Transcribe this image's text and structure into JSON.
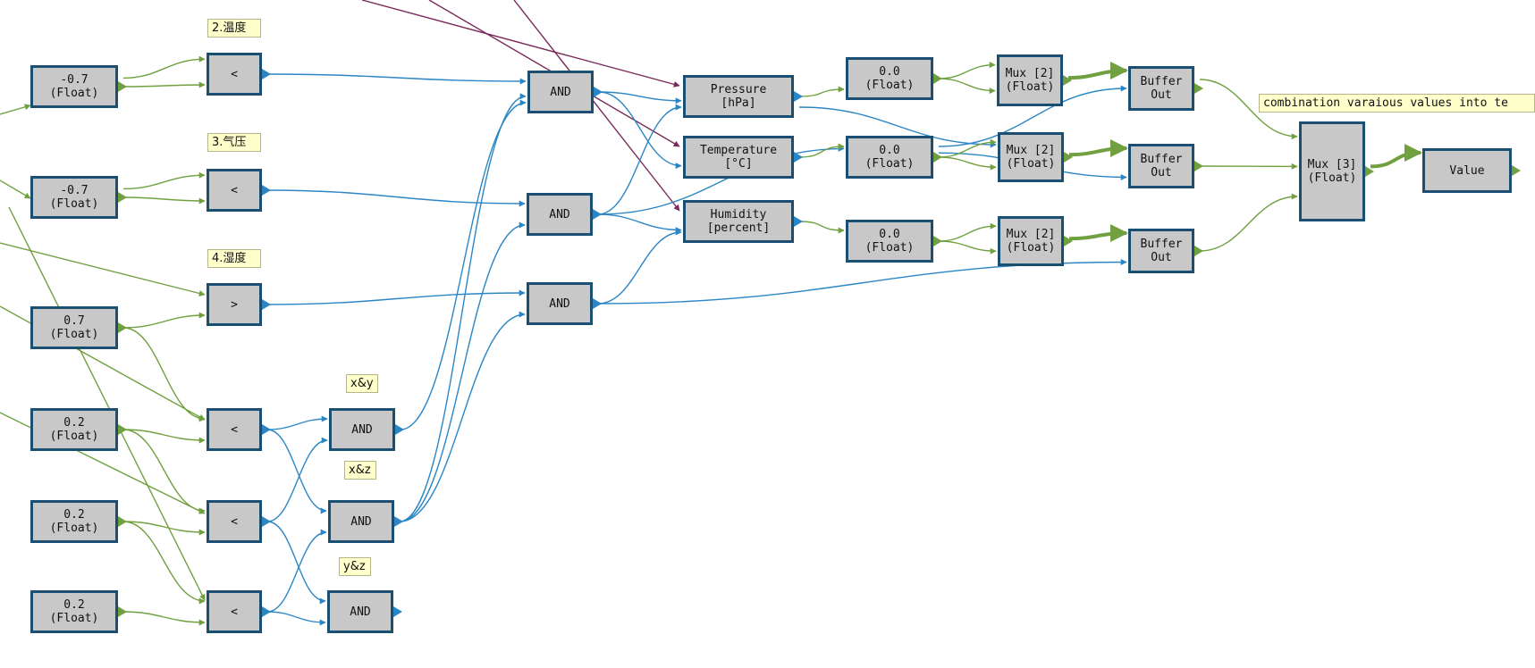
{
  "colors": {
    "node_fill": "#c8c8c8",
    "node_border": "#1b4f72",
    "wire_blue": "#2b86c5",
    "wire_green": "#70a040",
    "wire_purple": "#7a2a5a",
    "note_fill": "#ffffcc"
  },
  "notes": {
    "temp": "2.温度",
    "pressure": "3.气压",
    "humidity": "4.湿度",
    "xy": "x&y",
    "xz": "x&z",
    "yz": "y&z",
    "combine": "combination varaious values into te"
  },
  "constants": {
    "c1": "-0.7\n(Float)",
    "c2": "-0.7\n(Float)",
    "c3": "0.7\n(Float)",
    "c4": "0.2\n(Float)",
    "c5": "0.2\n(Float)",
    "c6": "0.2\n(Float)"
  },
  "comparators": {
    "cmp1": "<",
    "cmp2": "<",
    "cmp3": ">",
    "cmp4": "<",
    "cmp5": "<",
    "cmp6": "<"
  },
  "and_gates": {
    "and_xy": "AND",
    "and_xz": "AND",
    "and_yz": "AND",
    "and_1": "AND",
    "and_2": "AND",
    "and_3": "AND"
  },
  "sensors": {
    "pressure": "Pressure\n[hPa]",
    "temperature": "Temperature\n[°C]",
    "humidity": "Humidity\n[percent]"
  },
  "defaults": {
    "d1": "0.0\n(Float)",
    "d2": "0.0\n(Float)",
    "d3": "0.0\n(Float)"
  },
  "muxes": {
    "mux1": "Mux [2]\n(Float)",
    "mux2": "Mux [2]\n(Float)",
    "mux3": "Mux [2]\n(Float)",
    "mux_final": "Mux [3]\n(Float)"
  },
  "buffers": {
    "buf1": "Buffer\nOut",
    "buf2": "Buffer\nOut",
    "buf3": "Buffer\nOut"
  },
  "output": {
    "value": "Value"
  }
}
